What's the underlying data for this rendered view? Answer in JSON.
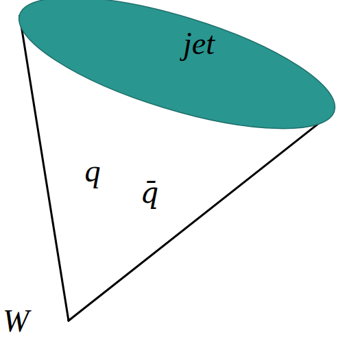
{
  "diagram": {
    "nodes": [
      {
        "text": [
          "jet"
        ]
      },
      {
        "text": [
          "q"
        ],
        "in": 0
      },
      {
        "text": [
          "q̄"
        ],
        "in": 0
      }
    ],
    "labels": [
      "W"
    ]
  }
}
